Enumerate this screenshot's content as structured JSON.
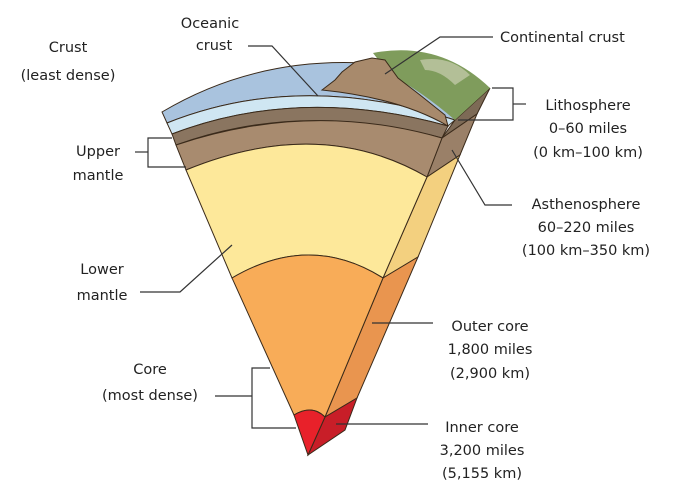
{
  "title": "Layers of the Earth",
  "labels": {
    "oceanic_crust": [
      "Oceanic",
      "crust"
    ],
    "continental_crust": [
      "Continental crust"
    ],
    "crust": [
      "Crust",
      "(least dense)"
    ],
    "upper_mantle": [
      "Upper",
      "mantle"
    ],
    "lithosphere": [
      "Lithosphere",
      "0–60 miles",
      "(0 km–100 km)"
    ],
    "asthenosphere": [
      "Asthenosphere",
      "60–220 miles",
      "(100 km–350 km)"
    ],
    "lower_mantle": [
      "Lower",
      "mantle"
    ],
    "outer_core": [
      "Outer core",
      "1,800 miles",
      "(2,900 km)"
    ],
    "core": [
      "Core",
      "(most dense)"
    ],
    "inner_core": [
      "Inner core",
      "3,200 miles",
      "(5,155 km)"
    ]
  },
  "colors": {
    "ocean": "#a9c3de",
    "ocean_floor": "#cfe6f2",
    "lithosphere": "#8a7560",
    "asthenosphere": "#a88b6f",
    "lower_mantle": "#fde89a",
    "outer_core": "#f8ac58",
    "inner_core": "#e8212a",
    "land": "#7f9c5c"
  }
}
